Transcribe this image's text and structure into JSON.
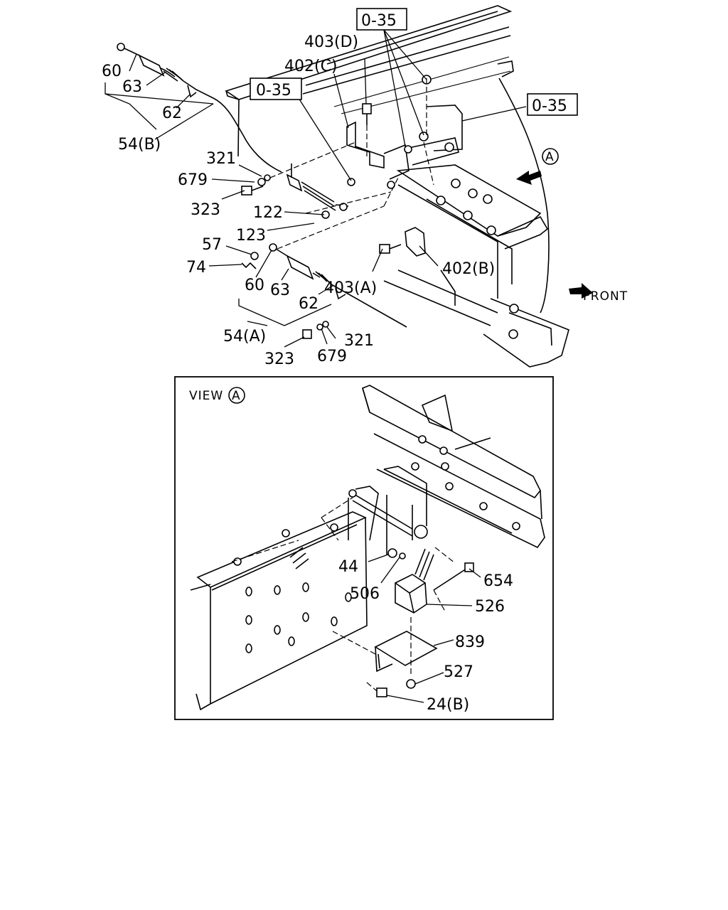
{
  "references": {
    "ref_top": "0-35",
    "ref_left": "0-35",
    "ref_right": "0-35"
  },
  "labels_upper": {
    "p60_b": "60",
    "p63_b": "63",
    "p62_b": "62",
    "p54_b": "54(B)",
    "p403_d": "403(D)",
    "p402_c": "402(C)",
    "p321_top": "321",
    "p679_top": "679",
    "p323_top": "323",
    "p122": "122",
    "p123": "123",
    "p57": "57",
    "p74": "74",
    "p403_a": "403(A)",
    "p402_b": "402(B)",
    "p60_a": "60",
    "p63_a": "63",
    "p62_a": "62",
    "p54_a": "54(A)",
    "p321_bot": "321",
    "p323_bot": "323",
    "p679_bot": "679",
    "view_marker": "A",
    "front": "FRONT"
  },
  "view_panel": {
    "title": "VIEW",
    "title_marker": "A",
    "p44": "44",
    "p506": "506",
    "p654": "654",
    "p526": "526",
    "p839": "839",
    "p527": "527",
    "p24_b": "24(B)"
  }
}
